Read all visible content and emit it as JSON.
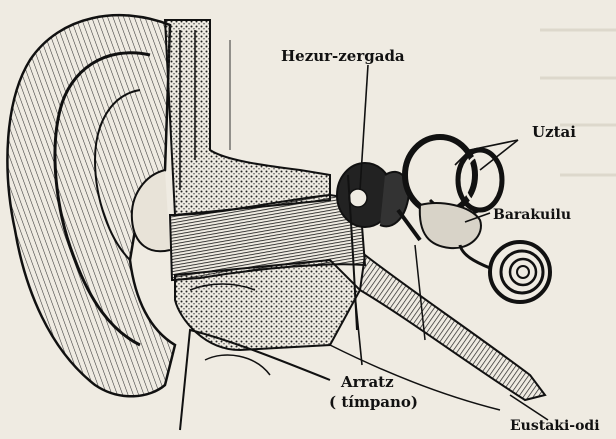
{
  "labels": {
    "hezur_zergada": "Hezur-zergada",
    "uztai": "Uztai",
    "barakuilu": "Barakuilu",
    "arratz": "Arratz",
    "timpano": "( tímpano)",
    "eustaki_odi": "Eustaki-odi"
  },
  "colors": {
    "paper": "#efebe2",
    "ink": "#111111",
    "bone_shading": "#4a4a4a",
    "tissue": "#d8d3c8"
  }
}
